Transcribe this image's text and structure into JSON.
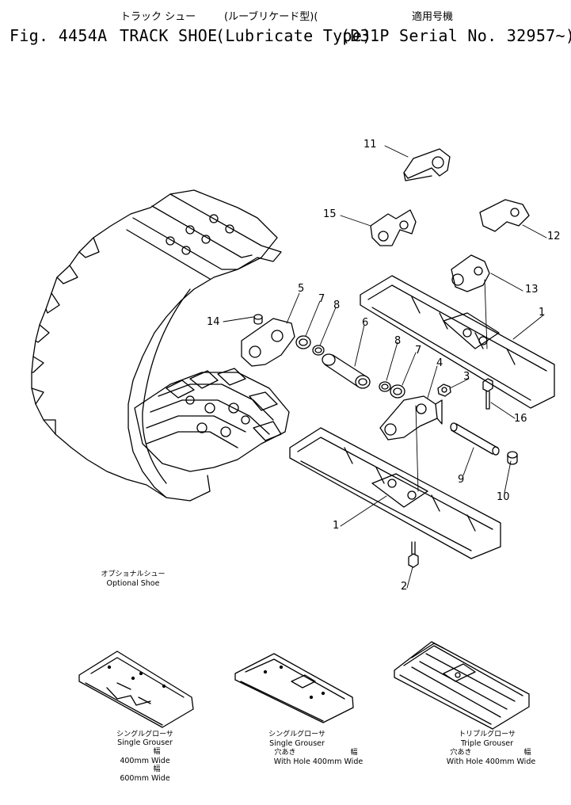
{
  "header": {
    "jp_left": "トラック シュー",
    "jp_paren": "(ルーブリケード型)(",
    "jp_right": "適用号機",
    "en_fig": "Fig. 4454A",
    "en_title": "TRACK SHOE",
    "en_type": "(Lubricate Type)",
    "en_serial": "(D31P Serial No. 32957~)"
  },
  "callouts": [
    "1",
    "1",
    "2",
    "3",
    "4",
    "5",
    "6",
    "7",
    "7",
    "8",
    "8",
    "9",
    "10",
    "11",
    "12",
    "13",
    "14",
    "15",
    "16"
  ],
  "captions": {
    "optional_jp": "オプショナルシュー",
    "optional_en": "Optional Shoe",
    "single_jp": "シングルグローサ",
    "single_en": "Single Grouser",
    "width_jp_1": "幅",
    "width_400": "400mm  Wide",
    "width_jp_2": "幅",
    "width_600": "600mm  Wide",
    "single_hole_jp": "シングルグローサ",
    "single_hole_en": "Single Grouser",
    "hole_jp": "穴あき",
    "hole_width_jp": "幅",
    "hole_en": "With Hole 400mm  Wide",
    "triple_jp": "トリプルグローサ",
    "triple_en": "Triple Grouser",
    "triple_hole_jp": "穴あき",
    "triple_width_jp": "幅",
    "triple_hole_en": "With Hole 400mm  Wide"
  }
}
